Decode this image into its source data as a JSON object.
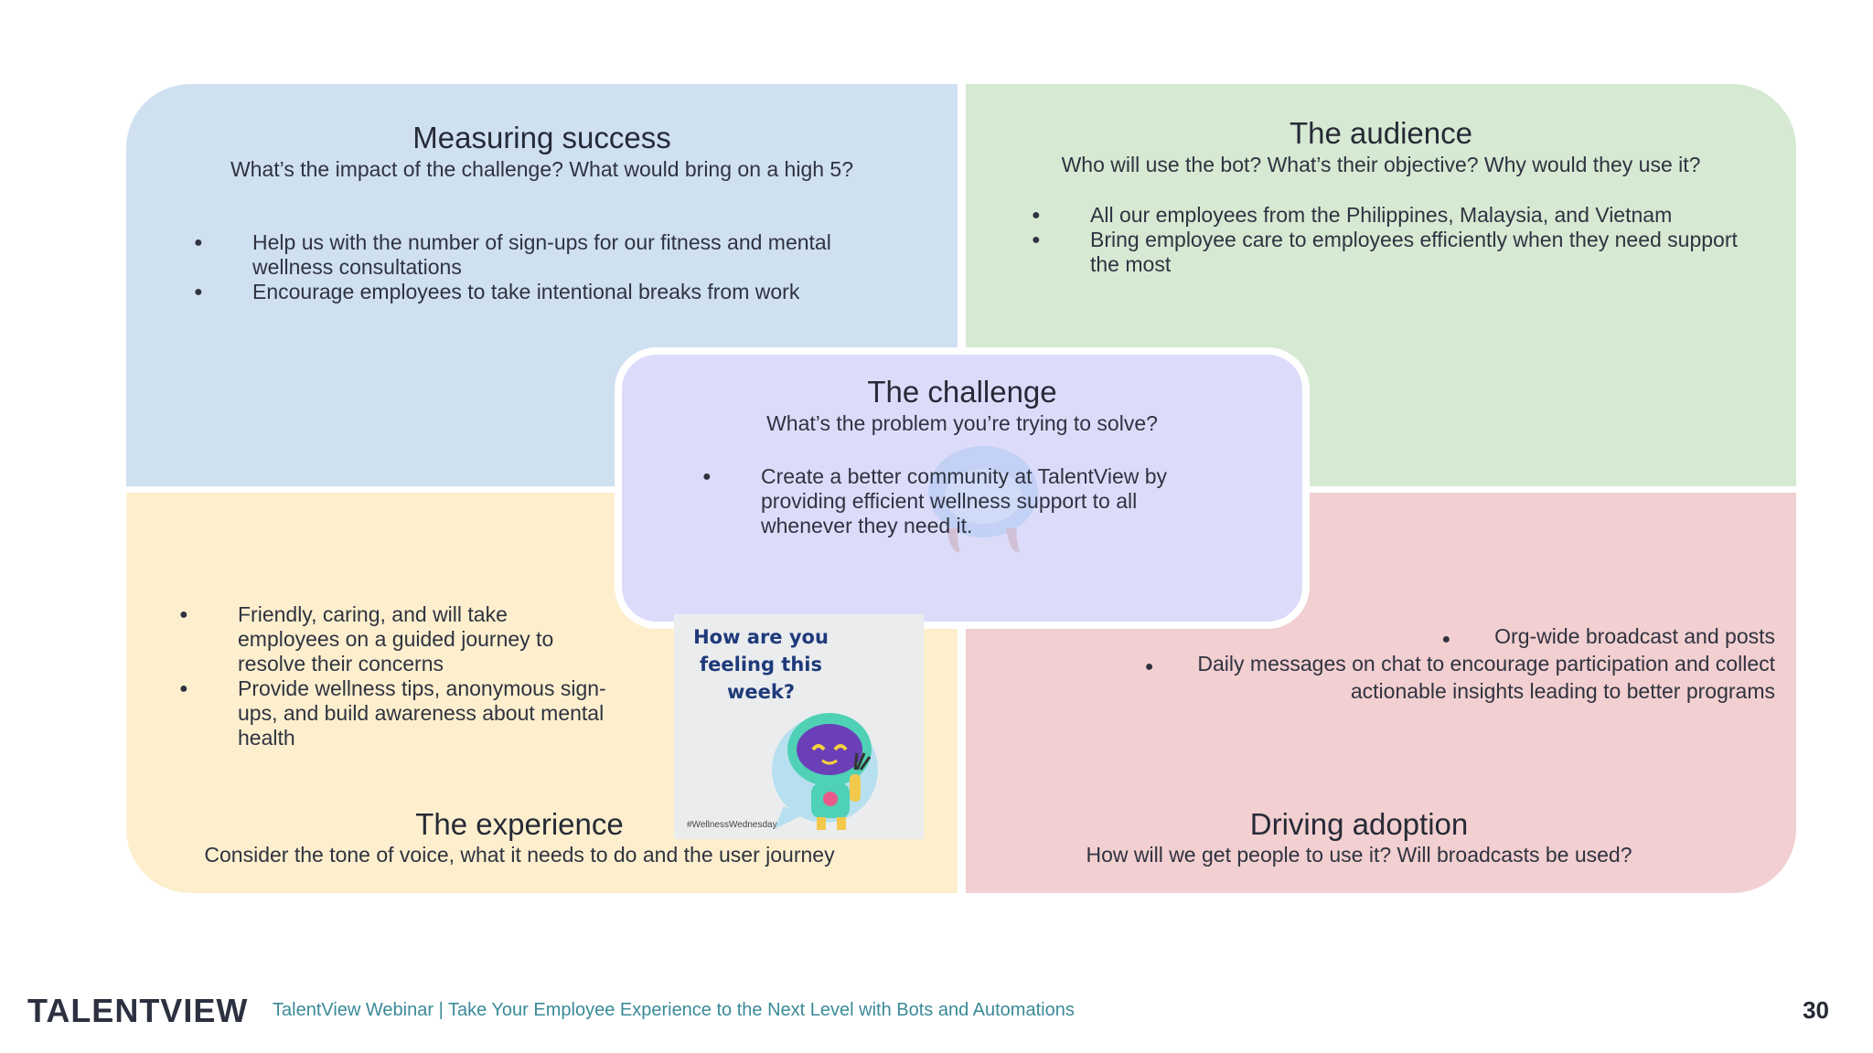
{
  "measuring": {
    "title": "Measuring success",
    "subtitle": "What’s the impact of the challenge? What would bring on a high 5?",
    "bullets": [
      "Help us with the number of sign-ups for our fitness and mental wellness consultations",
      "Encourage employees to take intentional breaks from work"
    ]
  },
  "audience": {
    "title": "The audience",
    "subtitle": "Who will use the bot? What’s their objective? Why would they use it?",
    "bullets": [
      "All our employees from the Philippines, Malaysia, and Vietnam",
      "Bring employee care to employees efficiently when they need support the most"
    ]
  },
  "challenge": {
    "title": "The challenge",
    "subtitle": "What’s the problem you’re trying to solve?",
    "bullets": [
      "Create a better community at TalentView by providing efficient wellness support to all whenever they need it."
    ]
  },
  "experience": {
    "title": "The experience",
    "subtitle": "Consider the tone of voice, what it needs to do and the user journey",
    "bullets": [
      "Friendly, caring, and will take employees on a guided journey to resolve their concerns",
      "Provide wellness tips, anonymous sign-ups, and build awareness about mental health"
    ]
  },
  "adoption": {
    "title": "Driving adoption",
    "subtitle": "How will we get people to use it? Will broadcasts be used?",
    "bullets": [
      "Org-wide broadcast and posts",
      "Daily messages on chat to encourage participation and collect actionable insights leading to better programs"
    ]
  },
  "poster": {
    "headline": "How are you feeling this week?",
    "hashtag": "#WellnessWednesday"
  },
  "footer": {
    "logo": "TALENTVIEW",
    "text": "TalentView Webinar |  Take Your Employee Experience to the Next Level with Bots and Automations",
    "page_number": "30"
  },
  "colors": {
    "measuring_bg": "#cfe0f1",
    "audience_bg": "#d6e9d3",
    "experience_bg": "#fdefce",
    "adoption_bg": "#f2cfd0",
    "challenge_bg": "#dcdcfa",
    "footer_accent": "#3a8a98"
  }
}
